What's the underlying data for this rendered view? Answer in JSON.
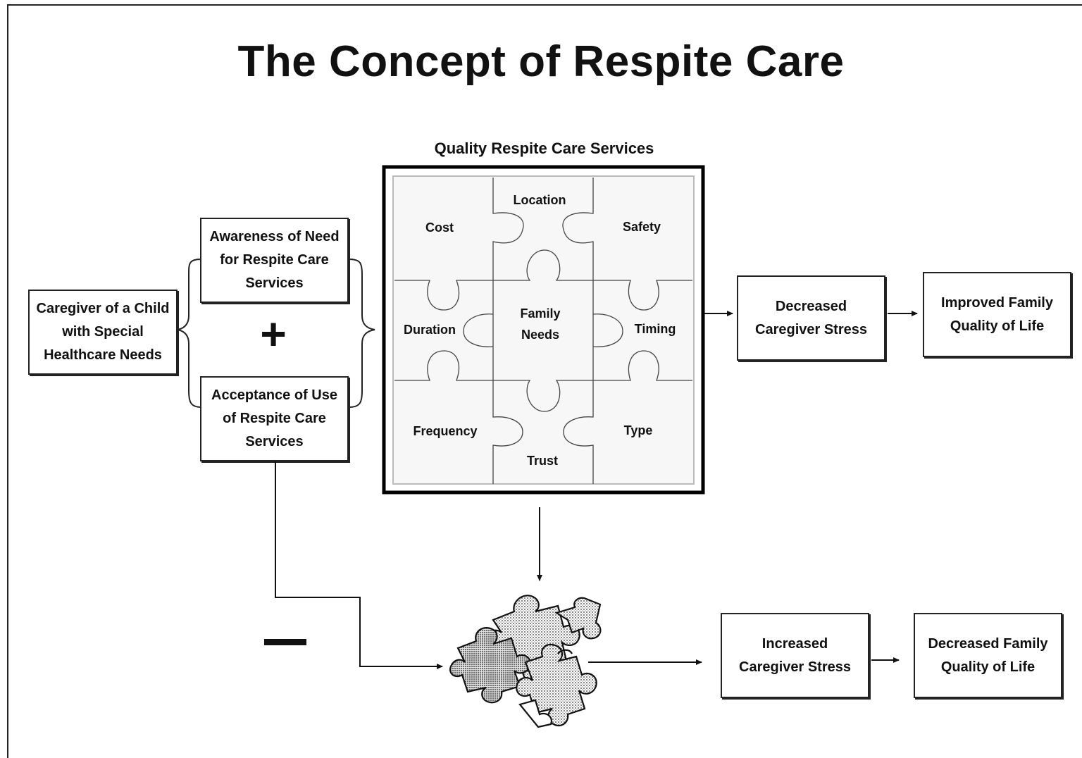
{
  "title": "The Concept of Respite Care",
  "puzzle_heading": "Quality Respite Care Services",
  "caregiver": "Caregiver of a Child with Special Healthcare Needs",
  "awareness": "Awareness of Need for Respite Care Services",
  "acceptance": "Acceptance of Use of Respite Care Services",
  "plus": "+",
  "minus": "−",
  "puzzle": {
    "location": "Location",
    "cost": "Cost",
    "safety": "Safety",
    "duration": "Duration",
    "family_needs": "Family Needs",
    "timing": "Timing",
    "frequency": "Frequency",
    "trust": "Trust",
    "type": "Type"
  },
  "outcomes_positive": {
    "stress": "Decreased Caregiver Stress",
    "quality": "Improved Family Quality of Life"
  },
  "outcomes_negative": {
    "stress": "Increased Caregiver Stress",
    "quality": "Decreased Family Quality of Life"
  }
}
